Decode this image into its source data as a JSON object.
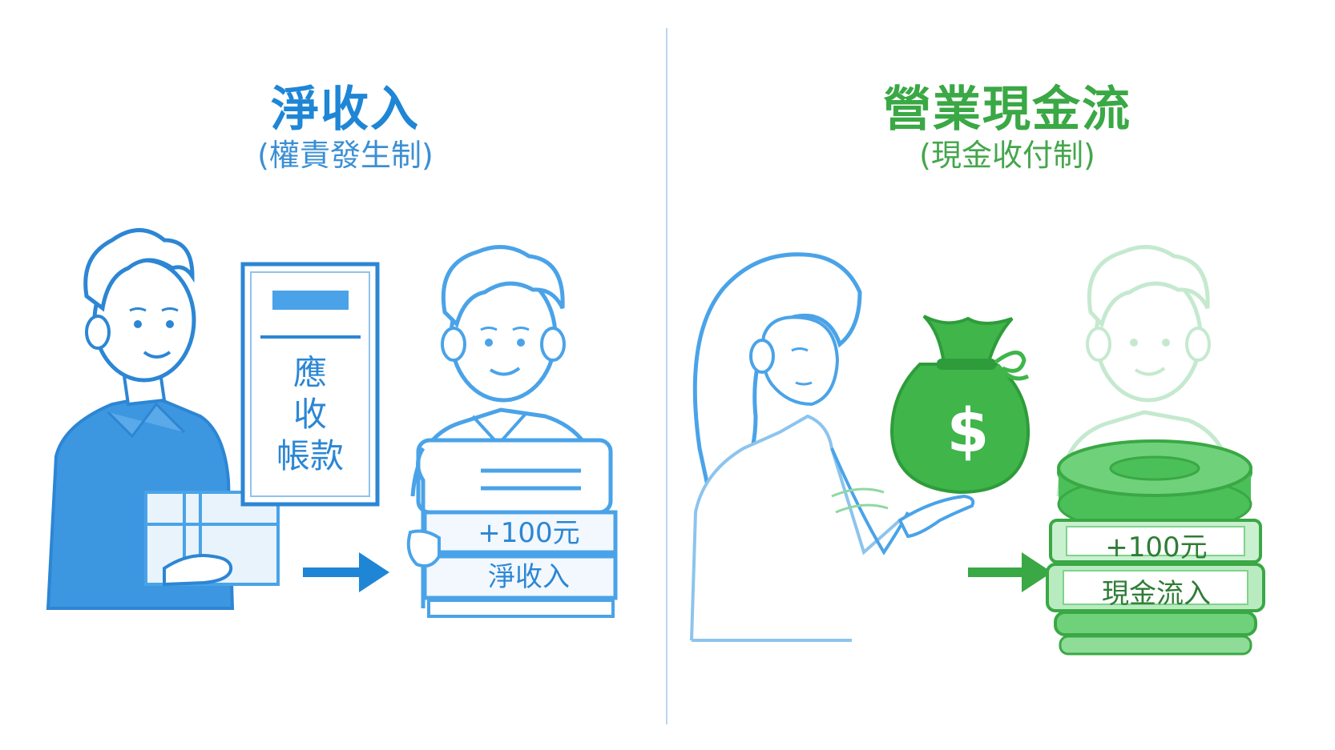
{
  "left": {
    "title": "淨收入",
    "subtitle": "(權責發生制)",
    "document": {
      "lines": [
        "應",
        "收",
        "帳款"
      ]
    },
    "ledger": {
      "amount": "+100元",
      "label": "淨收入"
    }
  },
  "right": {
    "title": "營業現金流",
    "subtitle": "(現金收付制)",
    "bag_symbol": "$",
    "coins": {
      "amount": "+100元",
      "label": "現金流入"
    }
  },
  "colors": {
    "blue": "#1f86d6",
    "light_blue": "#4aa3e8",
    "green": "#3aa845",
    "light_green": "#8fd8a0"
  },
  "icons": [
    "box-icon",
    "document-icon",
    "arrow-right-icon",
    "ledger-icon",
    "money-bag-icon",
    "coin-stack-icon"
  ]
}
